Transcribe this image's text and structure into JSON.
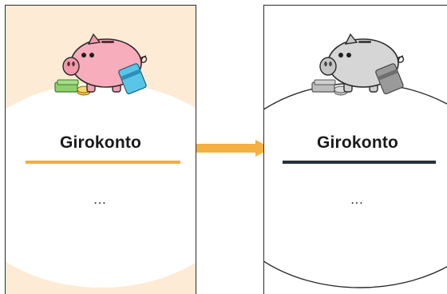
{
  "cards": [
    {
      "title": "Girokonto",
      "content": "…",
      "style": "color",
      "background_color": "#fdebd5",
      "underline_color": "#f4ad3f"
    },
    {
      "title": "Girokonto",
      "content": "…",
      "style": "grayscale",
      "background_color": "#ffffff",
      "underline_color": "#26313a"
    }
  ],
  "arrow": {
    "color": "#f4b042",
    "icon": "arrow-right-icon"
  },
  "illustration": {
    "icon": "piggy-bank-with-money-and-card-icon"
  }
}
